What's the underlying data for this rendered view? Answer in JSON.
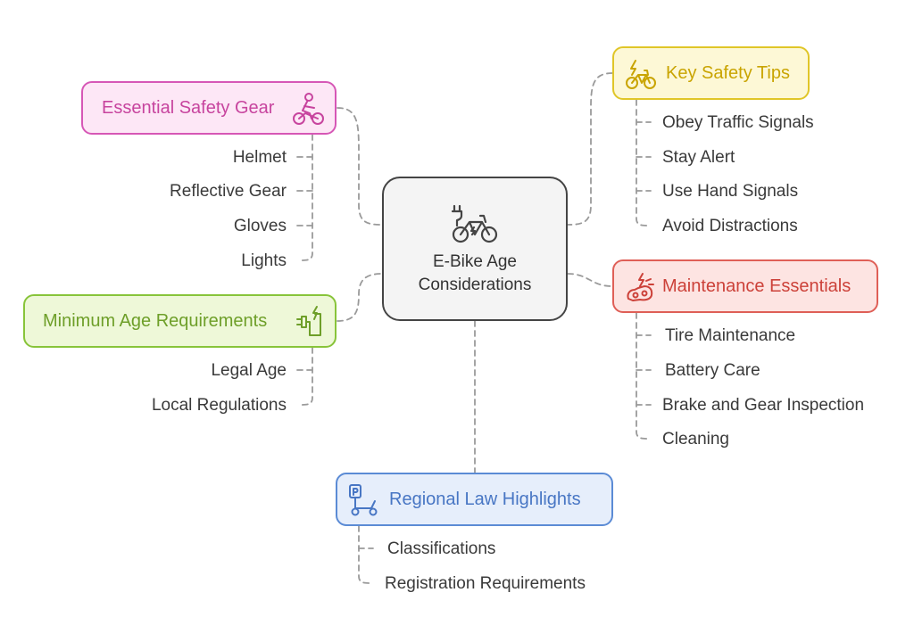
{
  "center": {
    "line1": "E-Bike Age",
    "line2": "Considerations",
    "icon": "ebike-icon"
  },
  "branches": {
    "safety_gear": {
      "title": "Essential Safety Gear",
      "icon": "cyclist-icon",
      "color": "#d657b6",
      "items": [
        "Helmet",
        "Reflective Gear",
        "Gloves",
        "Lights"
      ]
    },
    "safety_tips": {
      "title": "Key Safety Tips",
      "icon": "electric-bike-icon",
      "color": "#e0c628",
      "items": [
        "Obey Traffic Signals",
        "Stay Alert",
        "Use Hand Signals",
        "Avoid Distractions"
      ]
    },
    "min_age": {
      "title": "Minimum Age Requirements",
      "icon": "charging-plug-icon",
      "color": "#88c43a",
      "items": [
        "Legal Age",
        "Local Regulations"
      ]
    },
    "maintenance": {
      "title": "Maintenance Essentials",
      "icon": "motor-spark-icon",
      "color": "#df5f57",
      "items": [
        "Tire Maintenance",
        "Battery Care",
        "Brake and Gear Inspection",
        "Cleaning"
      ]
    },
    "regional_law": {
      "title": "Regional Law Highlights",
      "icon": "parking-scooter-icon",
      "color": "#5b8bd5",
      "items": [
        "Classifications",
        "Registration Requirements"
      ]
    }
  }
}
